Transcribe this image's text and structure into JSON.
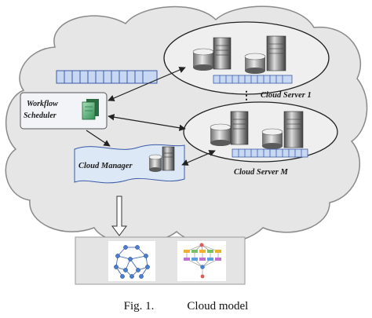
{
  "diagram": {
    "workflow_scheduler_label": "Workflow\nScheduler",
    "workflow_scheduler_line1": "Workflow",
    "workflow_scheduler_line2": "Scheduler",
    "cloud_manager_label": "Cloud Manager",
    "cloud_server_1_label": "Cloud Server 1",
    "cloud_server_m_label": "Cloud Server M",
    "ellipsis": "⋮"
  },
  "caption": {
    "fig_number": "Fig. 1.",
    "title": "Cloud model"
  },
  "colors": {
    "cloud_fill": "#e6e6e6",
    "cloud_stroke": "#8a8a8a",
    "queue_fill": "#c9d8f2",
    "queue_stroke": "#3a5aa8",
    "box_fill": "#dde8f6",
    "panel_fill": "#e4e4e4"
  }
}
